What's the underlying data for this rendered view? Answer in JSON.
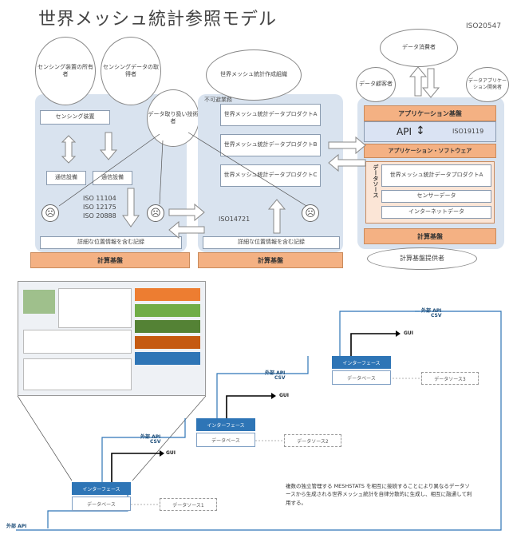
{
  "title": "世界メッシュ統計参照モデル",
  "iso_top": "ISO20547",
  "colors": {
    "panel": "#d9e3ef",
    "bar": "#f4b183",
    "iface": "#2e75b6",
    "line": "#2e75b6"
  },
  "left": {
    "circle_owner": "センシング装置の所有者",
    "circle_getter": "センシングデータの取得者",
    "sensing_device": "センシング装置",
    "comm1": "通信設備",
    "comm2": "通信設備",
    "handler": "データ取り扱い技術者",
    "iso_list": [
      "ISO 11104",
      "ISO 12175",
      "ISO 20888"
    ],
    "record": "詳細な位置情報を含む記録",
    "base": "計算基盤"
  },
  "middle": {
    "creator": "世界メッシュ統計作成組織",
    "rep": "不可避業務",
    "products": [
      "世界メッシュ統計データプロダクトA",
      "世界メッシュ統計データプロダクトB",
      "世界メッシュ統計データプロダクトC"
    ],
    "iso": "ISO14721",
    "record": "詳細な位置情報を含む記録",
    "base": "計算基盤"
  },
  "right": {
    "consumer": "データ消費者",
    "customer": "データ顧客者",
    "developer": "データアプリケーション開発者",
    "app_base": "アプリケーション基盤",
    "api": "API",
    "iso": "ISO19119",
    "app_soft": "アプリケーション・ソフトウェア",
    "data_source": "データソース",
    "items": [
      "世界メッシュ統計データプロダクトA",
      "センサーデータ",
      "インターネットデータ"
    ],
    "base": "計算基盤",
    "provider": "計算基盤提供者"
  },
  "bottom": {
    "nodes": [
      {
        "iface": "インターフェース",
        "db": "データベース",
        "src": "データソース1",
        "api": "外部 API",
        "csv": "CSV",
        "gui": "GUI"
      },
      {
        "iface": "インターフェース",
        "db": "データベース",
        "src": "データソース2",
        "api": "外部 API",
        "csv": "CSV",
        "gui": "GUI"
      },
      {
        "iface": "インターフェース",
        "db": "データベース",
        "src": "データソース3",
        "api": "外部 API",
        "csv": "CSV",
        "gui": "GUI"
      }
    ],
    "ext_api_left": "外部 API",
    "top_api": "外部 API",
    "top_csv": "CSV",
    "note": "複数の独立管理する MESHSTATS を相互に接続することにより異なるデータソースから生成される世界メッシュ統計を自律分散的に生成し、相互に融通して利用する。"
  }
}
